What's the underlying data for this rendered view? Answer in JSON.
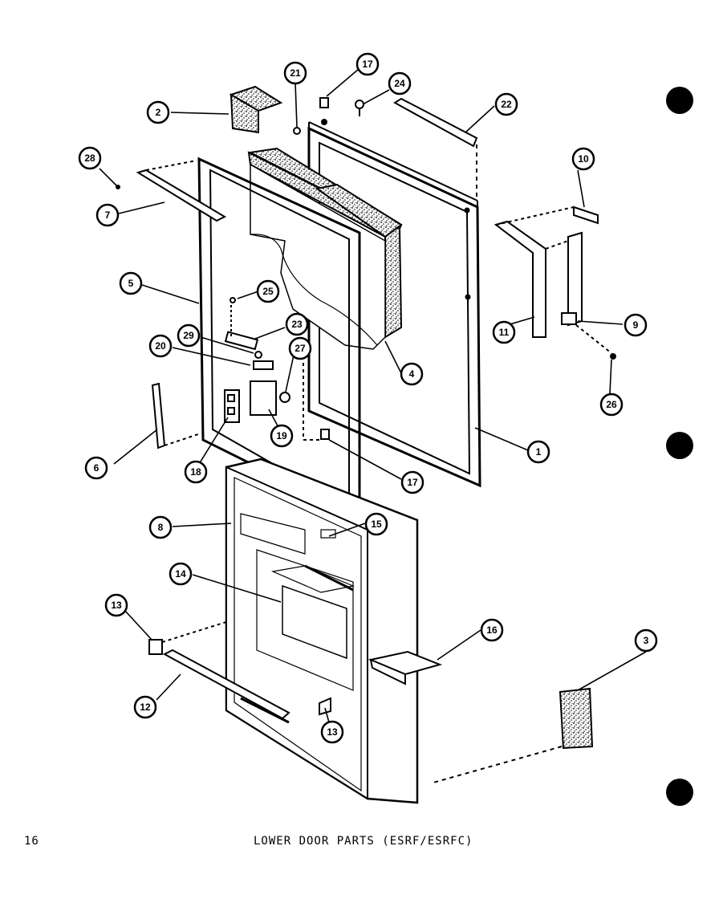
{
  "footer": {
    "page_number": "16",
    "caption": "LOWER DOOR PARTS (ESRF/ESRFC)"
  },
  "callouts": [
    {
      "id": "c1",
      "label": "1"
    },
    {
      "id": "c2",
      "label": "2"
    },
    {
      "id": "c3",
      "label": "3"
    },
    {
      "id": "c4",
      "label": "4"
    },
    {
      "id": "c5",
      "label": "5"
    },
    {
      "id": "c6",
      "label": "6"
    },
    {
      "id": "c7",
      "label": "7"
    },
    {
      "id": "c8",
      "label": "8"
    },
    {
      "id": "c9",
      "label": "9"
    },
    {
      "id": "c10",
      "label": "10"
    },
    {
      "id": "c11",
      "label": "11"
    },
    {
      "id": "c12",
      "label": "12"
    },
    {
      "id": "c13a",
      "label": "13"
    },
    {
      "id": "c13b",
      "label": "13"
    },
    {
      "id": "c14",
      "label": "14"
    },
    {
      "id": "c15",
      "label": "15"
    },
    {
      "id": "c16",
      "label": "16"
    },
    {
      "id": "c17a",
      "label": "17"
    },
    {
      "id": "c17b",
      "label": "17"
    },
    {
      "id": "c18",
      "label": "18"
    },
    {
      "id": "c19",
      "label": "19"
    },
    {
      "id": "c20",
      "label": "20"
    },
    {
      "id": "c21",
      "label": "21"
    },
    {
      "id": "c22",
      "label": "22"
    },
    {
      "id": "c23",
      "label": "23"
    },
    {
      "id": "c24",
      "label": "24"
    },
    {
      "id": "c25",
      "label": "25"
    },
    {
      "id": "c26",
      "label": "26"
    },
    {
      "id": "c27",
      "label": "27"
    },
    {
      "id": "c28",
      "label": "28"
    },
    {
      "id": "c29",
      "label": "29"
    }
  ]
}
